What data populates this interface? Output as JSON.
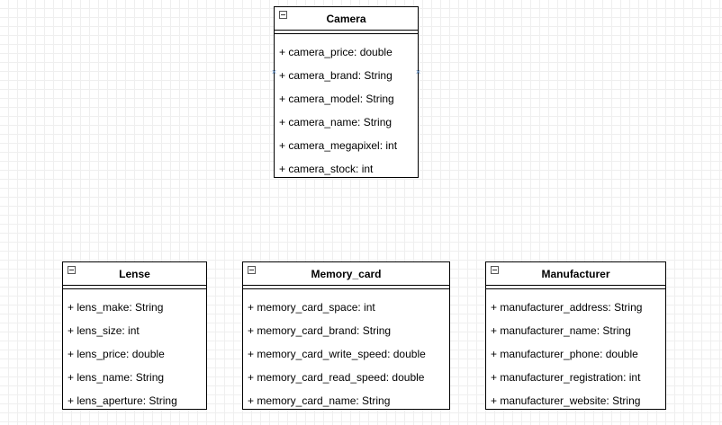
{
  "colors": {
    "border": "#000000",
    "grid": "#efefef",
    "connection_point": "#4a7ebb"
  },
  "classes": {
    "camera": {
      "name": "Camera",
      "attributes": [
        "+ camera_price: double",
        "+ camera_brand: String",
        "+ camera_model: String",
        "+ camera_name: String",
        "+ camera_megapixel: int",
        "+ camera_stock: int"
      ]
    },
    "lense": {
      "name": "Lense",
      "attributes": [
        "+ lens_make: String",
        "+ lens_size: int",
        "+ lens_price: double",
        "+ lens_name: String",
        "+ lens_aperture: String"
      ]
    },
    "memory_card": {
      "name": "Memory_card",
      "attributes": [
        "+ memory_card_space: int",
        "+ memory_card_brand: String",
        "+ memory_card_write_speed: double",
        "+ memory_card_read_speed: double",
        "+ memory_card_name: String"
      ]
    },
    "manufacturer": {
      "name": "Manufacturer",
      "attributes": [
        "+ manufacturer_address: String",
        "+ manufacturer_name: String",
        "+ manufacturer_phone: double",
        "+ manufacturer_registration: int",
        "+ manufacturer_website: String"
      ]
    }
  },
  "icons": {
    "collapse": "collapse-icon",
    "connection_point": "connection-point-icon"
  }
}
